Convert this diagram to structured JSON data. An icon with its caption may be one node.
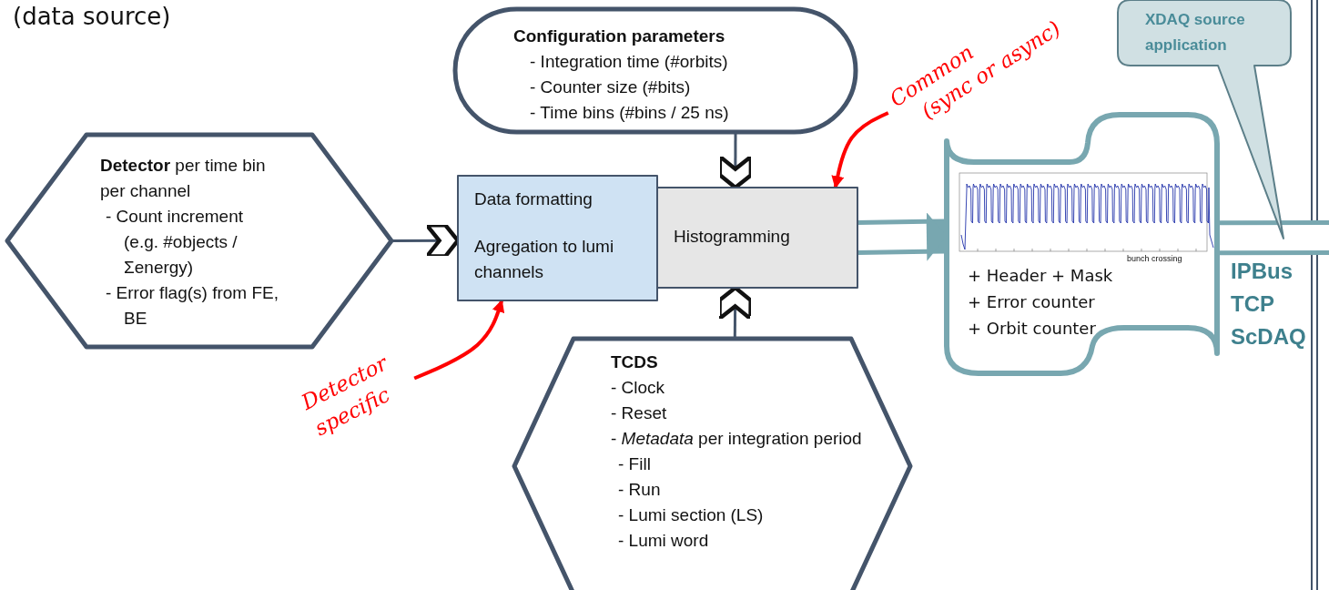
{
  "diagram": {
    "nodes": [
      {
        "text": [
          "Configuration parameters",
          "- Integration time (#orbits)",
          "- Counter size (#bits)",
          "- Time bins (#bins / 25 ns)"
        ]
      },
      {
        "text": [
          "**Detector** per time bin per channel",
          "- Count increment (e.g. #objects / Σenergy)",
          "- Error flag(s) from FE, BE"
        ]
      },
      {
        "text": [
          "Data formatting",
          "Agregation to lumi channels"
        ]
      },
      {
        "text": [
          "Histogramming"
        ]
      },
      {
        "text": [
          "TCDS",
          "- Clock",
          "- Reset",
          "- *Metadata* per integration period",
          "- Fill",
          "- Run",
          "- Lumi section (LS)",
          "- Lumi word"
        ]
      },
      {
        "text": [
          "+ Header + Mask",
          "+ Error counter",
          "+ Orbit counter"
        ]
      },
      {
        "text": [
          "XDAQ source application"
        ]
      },
      {
        "text": [
          "Common",
          "(sync or async)"
        ]
      },
      {
        "text": [
          "Detector specific"
        ]
      }
    ],
    "edges": [
      {
        "from": 1,
        "to": 2,
        "arrow": "to"
      },
      {
        "from": 0,
        "to": 3,
        "arrow": "to"
      },
      {
        "from": 4,
        "to": 3,
        "arrow": "to"
      },
      {
        "from": 3,
        "to": 5,
        "arrow": "to",
        "style": "thick",
        "color": "#78a7b0"
      },
      {
        "from": 5,
        "to": null,
        "arrow": "none",
        "style": "thick",
        "color": "#78a7b0"
      },
      {
        "from": 7,
        "to": 3,
        "arrow": "to",
        "color": "#ff0000"
      },
      {
        "from": 8,
        "to": 2,
        "arrow": "to",
        "color": "#ff0000"
      }
    ],
    "labels": [
      "(data source)",
      "bunch crossing",
      "IPBus",
      "TCP",
      "ScDAQ"
    ]
  }
}
